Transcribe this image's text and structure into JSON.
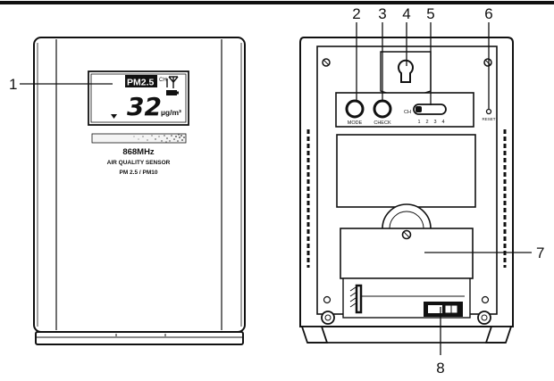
{
  "front_sensor": {
    "lcd": {
      "badge": "PM2.5",
      "ch_label": "CH",
      "value": "32",
      "unit": "µg/m³"
    },
    "frequency": "868MHz",
    "product_line1": "AIR QUALITY SENSOR",
    "product_line2": "PM 2.5 / PM10"
  },
  "back_sensor": {
    "mode_label": "MODE",
    "check_label": "CHECK",
    "channel_label": "CH",
    "channel_numbers": [
      "1",
      "2",
      "3",
      "4"
    ],
    "reset_label": "RESET"
  },
  "callouts": [
    {
      "number": "1",
      "target": "LCD display"
    },
    {
      "number": "2",
      "target": "MODE button"
    },
    {
      "number": "3",
      "target": "CHECK button"
    },
    {
      "number": "4",
      "target": "Wall mount hole"
    },
    {
      "number": "5",
      "target": "Channel switch"
    },
    {
      "number": "6",
      "target": "Reset hole"
    },
    {
      "number": "7",
      "target": "Battery compartment cover"
    },
    {
      "number": "8",
      "target": "Power jack"
    }
  ],
  "colors": {
    "line": "#111111",
    "background": "#ffffff",
    "light_gray": "#d8d8d8"
  }
}
